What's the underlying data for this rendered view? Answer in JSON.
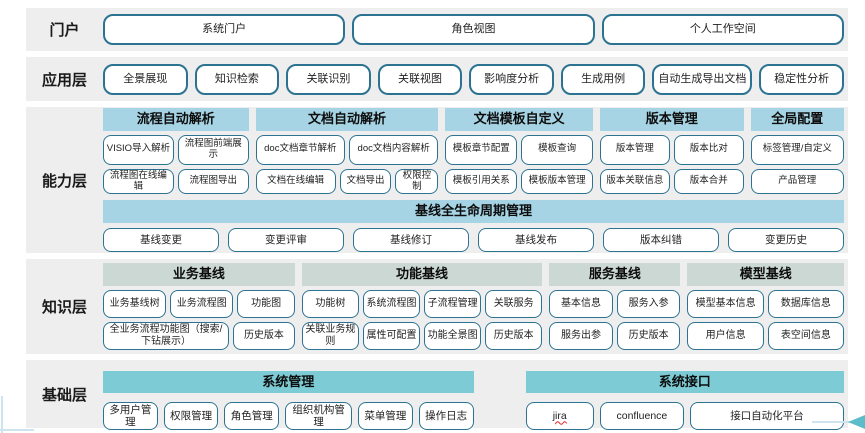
{
  "diagram": {
    "colors": {
      "band_bg": "#eeeeee",
      "box_border": "#2c7392",
      "header_blue": "#a6d4e4",
      "header_gray": "#cbd8d4",
      "header_teal": "#7dccd5",
      "arrow_teal": "#5cbcca",
      "line_blue": "#cde4ef"
    },
    "layers": [
      {
        "id": "portal",
        "label": "门户",
        "boxes": [
          "系统门户",
          "角色视图",
          "个人工作空间"
        ]
      },
      {
        "id": "application",
        "label": "应用层",
        "boxes": [
          "全景展现",
          "知识检索",
          "关联识别",
          "关联视图",
          "影响度分析",
          "生成用例",
          "自动生成导出文档",
          "稳定性分析"
        ]
      },
      {
        "id": "capability",
        "label": "能力层",
        "groups": [
          {
            "title": "流程自动解析",
            "rows": [
              [
                "VISIO导入解析",
                "流程图前端展示"
              ],
              [
                "流程图在线编辑",
                "流程图导出"
              ]
            ]
          },
          {
            "title": "文档自动解析",
            "rows": [
              [
                "doc文档章节解析",
                "doc文档内容解析"
              ],
              [
                "文档在线编辑",
                "文档导出",
                "权限控制"
              ]
            ]
          },
          {
            "title": "文档模板自定义",
            "rows": [
              [
                "模板章节配置",
                "模板查询"
              ],
              [
                "模板引用关系",
                "模板版本管理"
              ]
            ]
          },
          {
            "title": "版本管理",
            "rows": [
              [
                "版本管理",
                "版本比对"
              ],
              [
                "版本关联信息",
                "版本合并"
              ]
            ]
          },
          {
            "title": "全局配置",
            "rows": [
              [
                "标签管理/自定义"
              ],
              [
                "产品管理"
              ]
            ]
          }
        ],
        "baseline": {
          "title": "基线全生命周期管理",
          "items": [
            "基线变更",
            "变更评审",
            "基线修订",
            "基线发布",
            "版本纠错",
            "变更历史"
          ]
        }
      },
      {
        "id": "knowledge",
        "label": "知识层",
        "groups": [
          {
            "title": "业务基线",
            "rows": [
              [
                "业务基线树",
                "业务流程图",
                "功能图"
              ],
              [
                "全业务流程功能图（搜索/下钻展示）",
                "历史版本"
              ]
            ]
          },
          {
            "title": "功能基线",
            "rows": [
              [
                "功能树",
                "系统流程图",
                "子流程管理",
                "关联服务"
              ],
              [
                "关联业务规则",
                "属性可配置",
                "功能全景图",
                "历史版本"
              ]
            ]
          },
          {
            "title": "服务基线",
            "rows": [
              [
                "基本信息",
                "服务入参"
              ],
              [
                "服务出参",
                "历史版本"
              ]
            ]
          },
          {
            "title": "模型基线",
            "rows": [
              [
                "模型基本信息",
                "数据库信息"
              ],
              [
                "用户信息",
                "表空间信息"
              ]
            ]
          }
        ]
      },
      {
        "id": "foundation",
        "label": "基础层",
        "groups": [
          {
            "title": "系统管理",
            "rows": [
              [
                "多用户管理",
                "权限管理",
                "角色管理",
                "组织机构管理",
                "菜单管理",
                "操作日志"
              ]
            ]
          },
          {
            "title": "系统接口",
            "rows": [
              [
                "jira",
                "confluence",
                "接口自动化平台"
              ]
            ]
          }
        ]
      }
    ]
  }
}
